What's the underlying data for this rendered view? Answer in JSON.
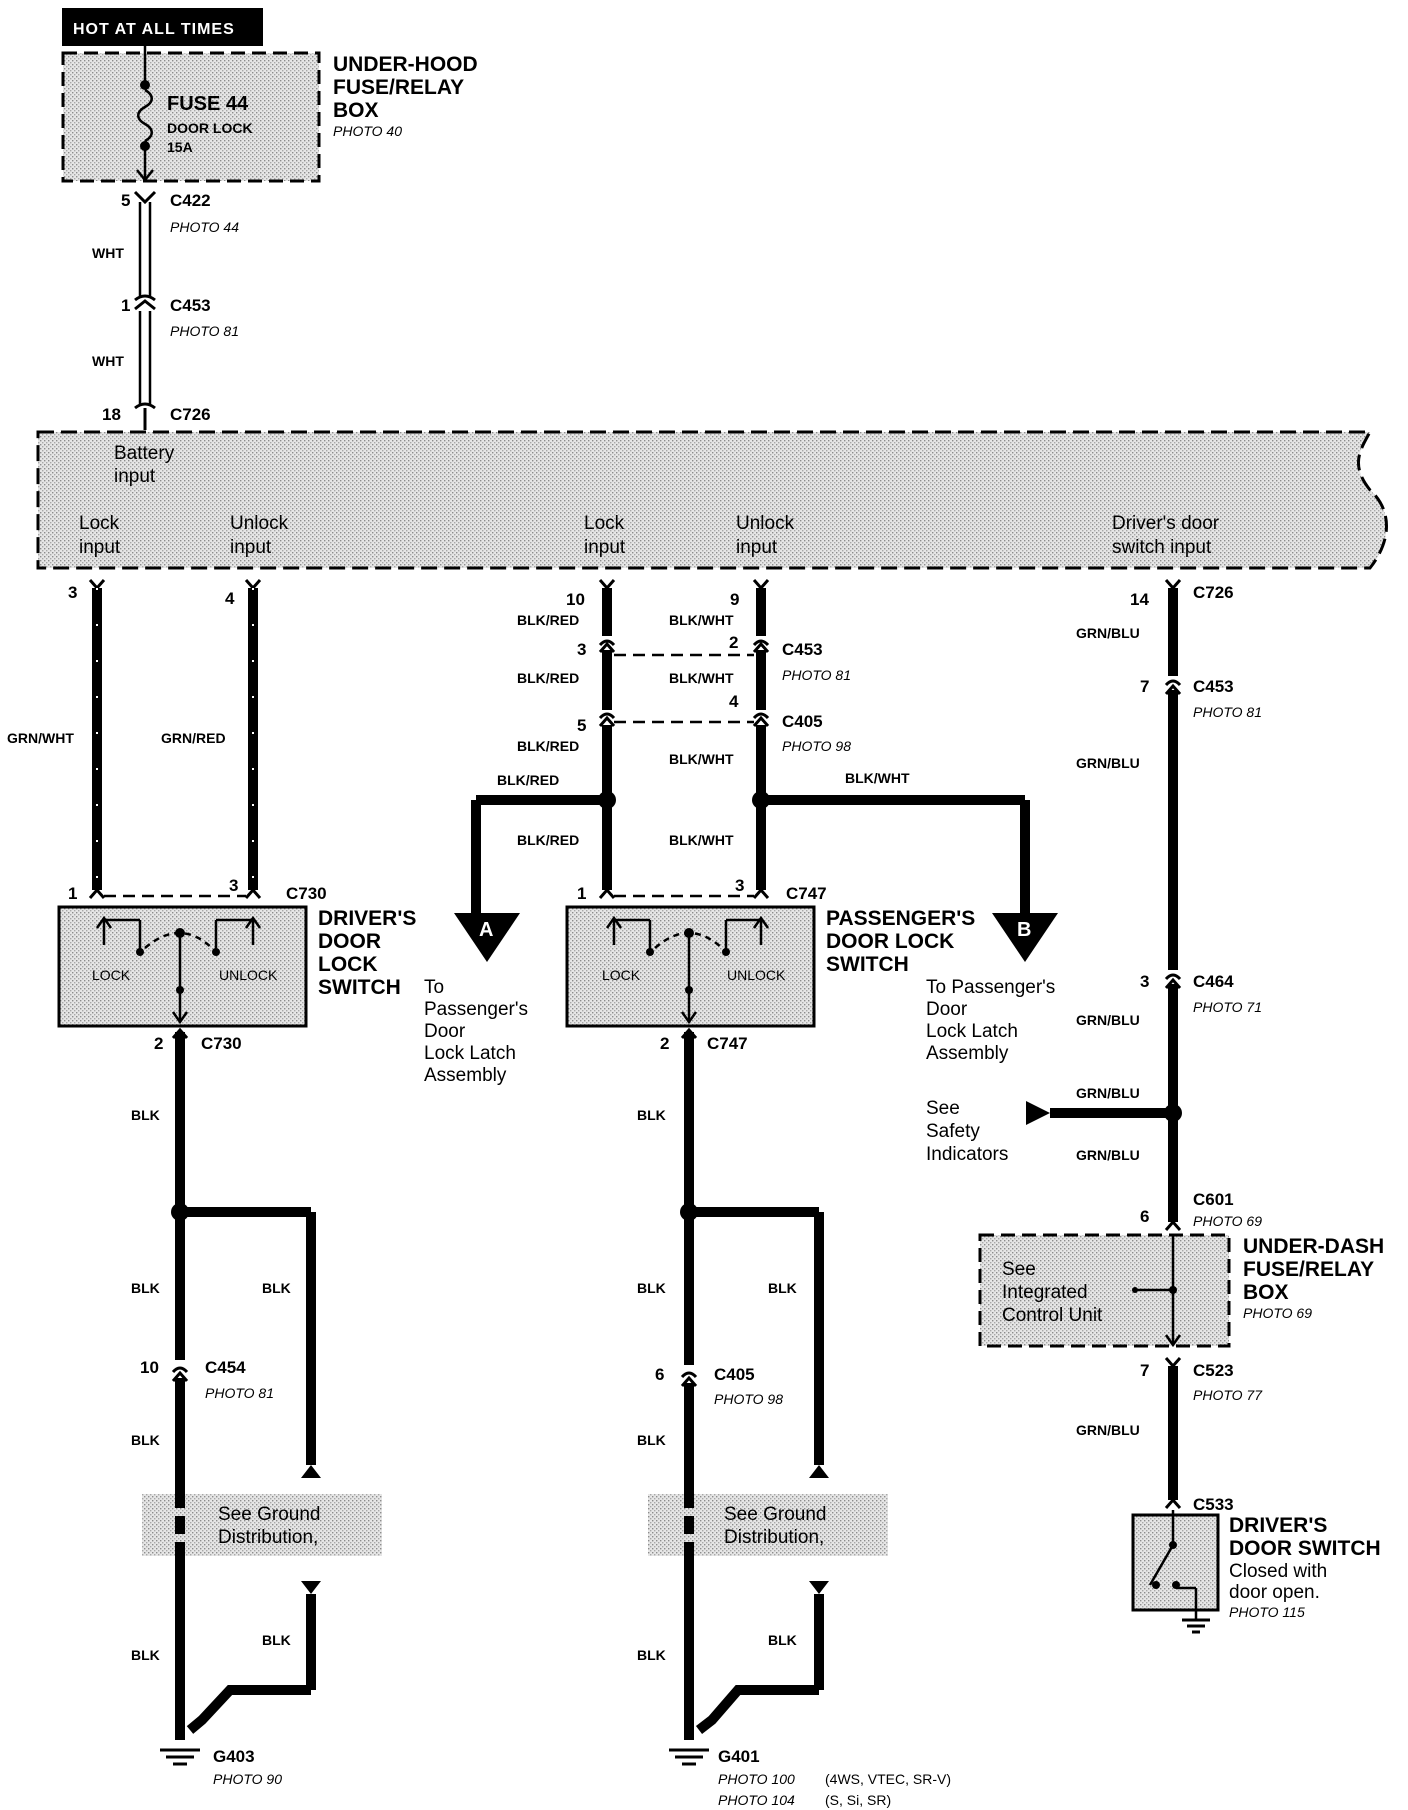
{
  "hot_label": "HOT AT ALL TIMES",
  "fuse_box": {
    "fuse_name": "FUSE 44",
    "fuse_line2": "DOOR LOCK",
    "fuse_line3": "15A",
    "title_line1": "UNDER-HOOD",
    "title_line2": "FUSE/RELAY",
    "title_line3": "BOX",
    "photo": "PHOTO 40"
  },
  "feed": {
    "c422_pin": "5",
    "c422": "C422",
    "c422_photo": "PHOTO 44",
    "wire1": "WHT",
    "c453_pin": "1",
    "c453": "C453",
    "c453_photo": "PHOTO 81",
    "wire2": "WHT",
    "c726_pin": "18",
    "c726": "C726"
  },
  "ecu": {
    "battery_input_1": "Battery",
    "battery_input_2": "input",
    "lock1_a": "Lock",
    "lock1_b": "input",
    "unlock1_a": "Unlock",
    "unlock1_b": "input",
    "lock2_a": "Lock",
    "lock2_b": "input",
    "unlock2_a": "Unlock",
    "unlock2_b": "input",
    "door_a": "Driver's door",
    "door_b": "switch input"
  },
  "driver_switch": {
    "pin_lock": "3",
    "pin_unlock": "4",
    "wire_lock": "GRN/WHT",
    "wire_unlock": "GRN/RED",
    "sw_pin1": "1",
    "sw_pin3": "3",
    "sw_conn": "C730",
    "lock": "LOCK",
    "unlock": "UNLOCK",
    "title_1": "DRIVER'S",
    "title_2": "DOOR",
    "title_3": "LOCK",
    "title_4": "SWITCH",
    "gnd_pin": "2",
    "gnd_conn": "C730",
    "blk1": "BLK",
    "blk2": "BLK",
    "blk3": "BLK",
    "blk4": "BLK",
    "blk5": "BLK",
    "blk6": "BLK",
    "c454_pin": "10",
    "c454": "C454",
    "c454_photo": "PHOTO 81",
    "gd_1": "See Ground",
    "gd_2": "Distribution,",
    "ground": "G403",
    "ground_photo": "PHOTO 90"
  },
  "pass_switch": {
    "pin_lock": "10",
    "pin_unlock": "9",
    "w_br1": "BLK/RED",
    "w_bw1": "BLK/WHT",
    "c453_pin_l": "3",
    "c453_pin_r": "2",
    "c453": "C453",
    "c453_photo": "PHOTO 81",
    "w_br2": "BLK/RED",
    "w_bw2": "BLK/WHT",
    "c405_pin_r": "4",
    "c405": "C405",
    "c405_photo": "PHOTO 98",
    "c405_pin_l": "5",
    "w_br3": "BLK/RED",
    "w_bw3": "BLK/WHT",
    "w_br4": "BLK/RED",
    "w_bw4": "BLK/WHT",
    "w_br5": "BLK/RED",
    "w_bw5": "BLK/WHT",
    "sw_pin1": "1",
    "sw_pin3": "3",
    "sw_conn": "C747",
    "lock": "LOCK",
    "unlock": "UNLOCK",
    "title_1": "PASSENGER'S",
    "title_2": "DOOR LOCK",
    "title_3": "SWITCH",
    "arrow_a": "A",
    "arrow_b": "B",
    "note_a": [
      "To",
      "Passenger's",
      "Door",
      "Lock Latch",
      "Assembly"
    ],
    "note_b": [
      "To Passenger's",
      "Door",
      "Lock Latch",
      "Assembly"
    ],
    "gnd_pin": "2",
    "gnd_conn": "C747",
    "blk1": "BLK",
    "blk2": "BLK",
    "blk3": "BLK",
    "blk4": "BLK",
    "blk5": "BLK",
    "blk6": "BLK",
    "c405b_pin": "6",
    "c405b": "C405",
    "c405b_photo": "PHOTO 98",
    "gd_1": "See Ground",
    "gd_2": "Distribution,",
    "ground": "G401",
    "photo_1": "PHOTO 100",
    "var_1": "(4WS, VTEC, SR-V)",
    "photo_2": "PHOTO 104",
    "var_2": "(S, Si, SR)"
  },
  "door_switch": {
    "pin": "14",
    "conn": "C726",
    "w1": "GRN/BLU",
    "c453_pin": "7",
    "c453": "C453",
    "c453_photo": "PHOTO 81",
    "w2": "GRN/BLU",
    "c464_pin": "3",
    "c464": "C464",
    "c464_photo": "PHOTO 71",
    "w3": "GRN/BLU",
    "w4": "GRN/BLU",
    "w5": "GRN/BLU",
    "safety_1": "See",
    "safety_2": "Safety",
    "safety_3": "Indicators",
    "c601_pin": "6",
    "c601": "C601",
    "c601_photo": "PHOTO 69",
    "icu_1": "See",
    "icu_2": "Integrated",
    "icu_3": "Control Unit",
    "udb_1": "UNDER-DASH",
    "udb_2": "FUSE/RELAY",
    "udb_3": "BOX",
    "udb_photo": "PHOTO 69",
    "c523_pin": "7",
    "c523": "C523",
    "c523_photo": "PHOTO 77",
    "w6": "GRN/BLU",
    "c533": "C533",
    "ds_1": "DRIVER'S",
    "ds_2": "DOOR SWITCH",
    "ds_3": "Closed with",
    "ds_4": "door open.",
    "ds_photo": "PHOTO 115"
  },
  "colors": {
    "wire": "#000000",
    "box_fill": "#d9d9d9",
    "background": "#ffffff"
  }
}
